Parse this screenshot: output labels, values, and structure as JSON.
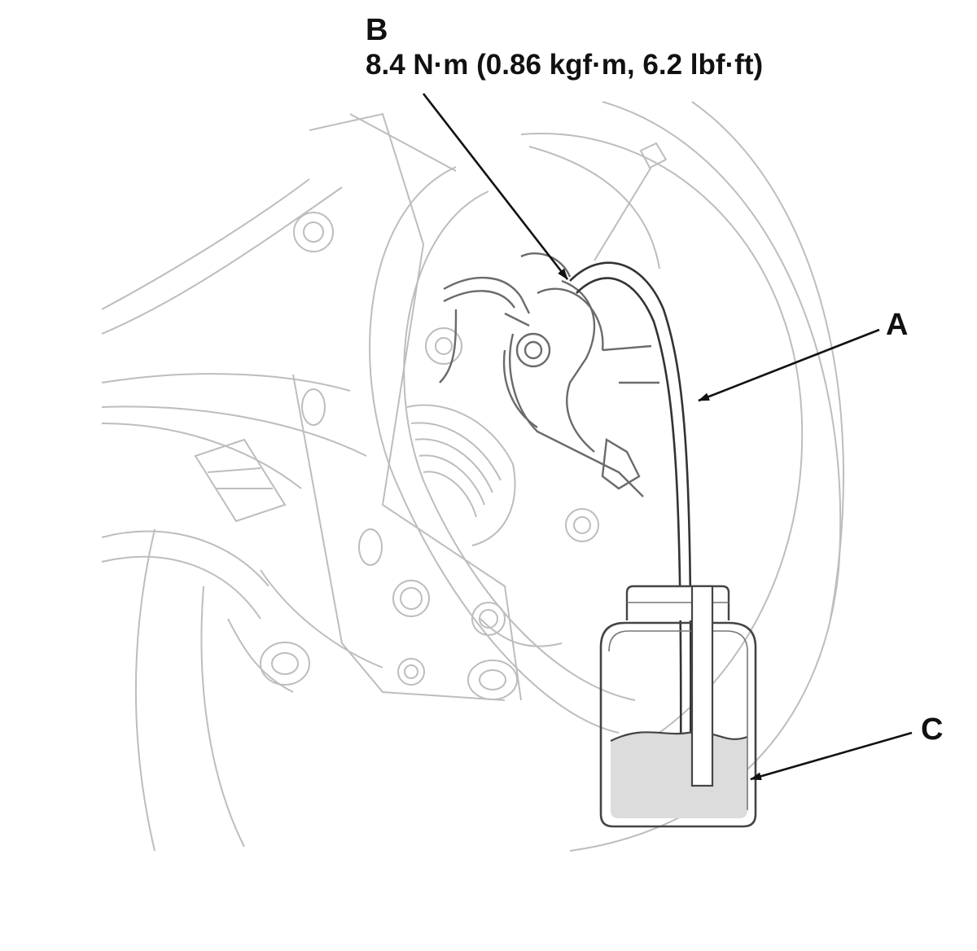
{
  "callouts": {
    "b": {
      "letter": "B",
      "torque": "8.4 N·m (0.86 kgf·m, 6.2 lbf·ft)"
    },
    "a": {
      "letter": "A"
    },
    "c": {
      "letter": "C"
    }
  },
  "colors": {
    "line_art": "#bdbdbd",
    "highlight": "#333333",
    "leader": "#111111",
    "fluid": "#dcdcdc"
  }
}
